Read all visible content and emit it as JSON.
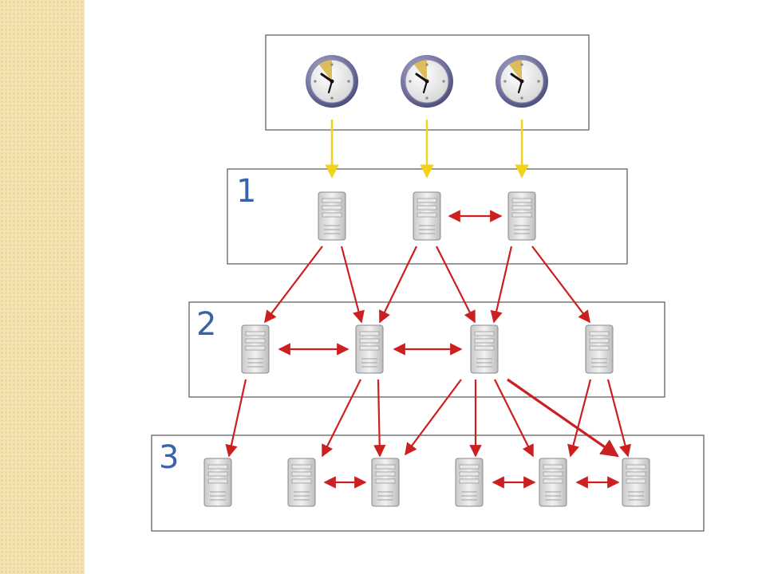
{
  "diagram": {
    "stratum_labels": [
      "1",
      "2",
      "3"
    ],
    "reference_clocks": 3,
    "strata": [
      {
        "label": "1",
        "servers": 3
      },
      {
        "label": "2",
        "servers": 4
      },
      {
        "label": "3",
        "servers": 6
      }
    ],
    "colors": {
      "clock_link": "#f2d21a",
      "server_link": "#cc1f1f",
      "box_border": "#555555",
      "label": "#3a62a8",
      "side_strip": "#f4e2b0"
    },
    "icons": [
      "clock-icon",
      "server-icon"
    ]
  }
}
